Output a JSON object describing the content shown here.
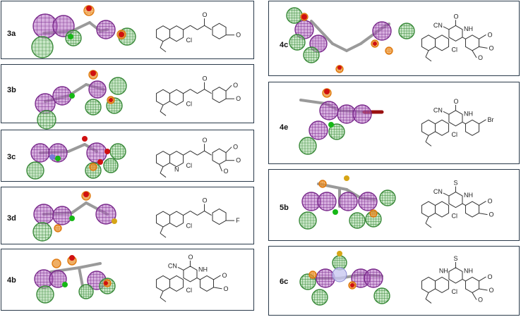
{
  "panels": [
    {
      "label": "3a",
      "atoms": [
        "Cl",
        "O",
        "O"
      ],
      "kind": "chalcone",
      "sub": "4-OMe"
    },
    {
      "label": "3b",
      "atoms": [
        "Cl",
        "O",
        "O",
        "O"
      ],
      "kind": "chalcone",
      "sub": "3,4-diOMe"
    },
    {
      "label": "3c",
      "atoms": [
        "N",
        "Cl",
        "O",
        "O",
        "O",
        "O"
      ],
      "kind": "chalcone",
      "sub": "3,4,5-triOMe"
    },
    {
      "label": "3d",
      "atoms": [
        "Cl",
        "O",
        "F"
      ],
      "kind": "chalcone",
      "sub": "4-F"
    },
    {
      "label": "4b",
      "atoms": [
        "CN",
        "NH",
        "Cl",
        "O",
        "O",
        "O"
      ],
      "kind": "pyridone",
      "sub": "3,4-diOMe"
    },
    {
      "label": "4c",
      "atoms": [
        "CN",
        "NH",
        "Cl",
        "O",
        "O",
        "O",
        "O"
      ],
      "kind": "pyridone",
      "sub": "3,4,5-triOMe"
    },
    {
      "label": "4e",
      "atoms": [
        "CN",
        "NH",
        "Cl",
        "O",
        "Br"
      ],
      "kind": "pyridone",
      "sub": "4-Br"
    },
    {
      "label": "5b",
      "atoms": [
        "CN",
        "NH",
        "Cl",
        "S",
        "O",
        "O"
      ],
      "kind": "thione",
      "sub": "3,4-diOMe"
    },
    {
      "label": "6c",
      "atoms": [
        "NH",
        "NH",
        "Cl",
        "S",
        "O",
        "O",
        "O"
      ],
      "kind": "pyrimidine",
      "sub": "3,4,5-triOMe"
    }
  ],
  "colors": {
    "hydrophobic": "#7a2a8c",
    "hydrophobic_fill": "#b66fc4",
    "acceptor": "#3a8a3a",
    "acceptor_fill": "#9fd49a",
    "donor": "#e07a10",
    "donor_fill": "#f5b25a",
    "skeleton": "#9a9a9a",
    "oxygen": "#d01010",
    "chlorine": "#16b816",
    "bromine": "#9a1010",
    "sulfur": "#d6a516",
    "nitrogen": "#7a7ad8",
    "border": "#2a3a4a"
  }
}
